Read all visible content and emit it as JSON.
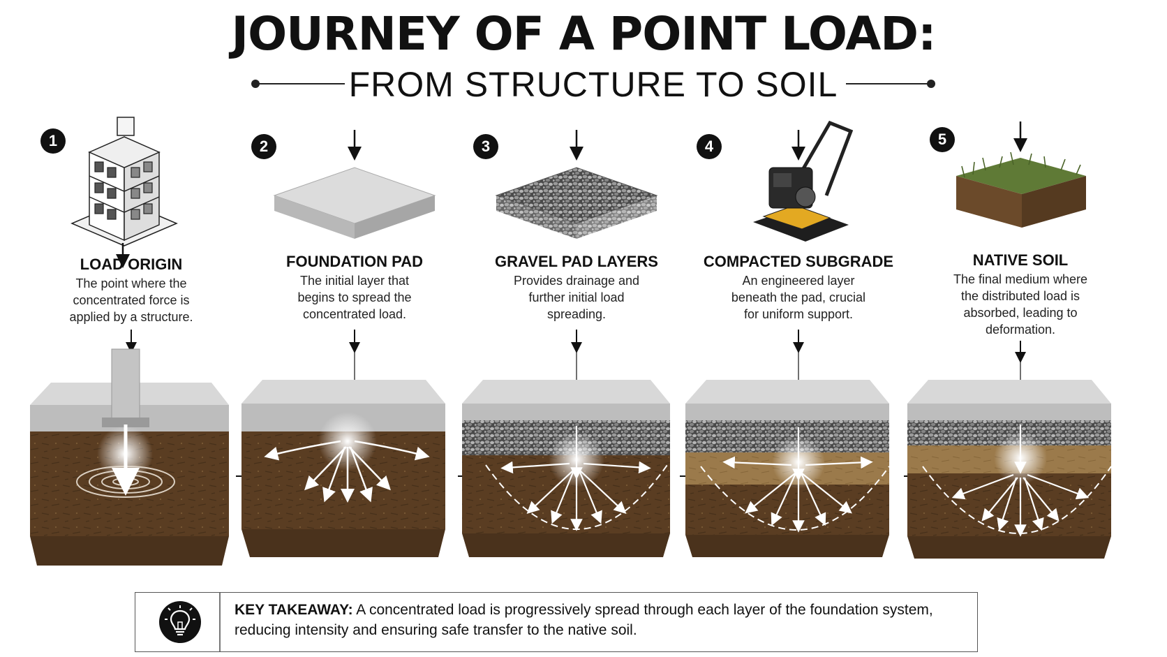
{
  "title": "JOURNEY OF A POINT LOAD:",
  "subtitle": "FROM STRUCTURE TO SOIL",
  "stages": [
    {
      "number": "1",
      "heading": "LOAD ORIGIN",
      "desc": [
        "The point where the",
        "concentrated force is",
        "applied by a structure."
      ]
    },
    {
      "number": "2",
      "heading": "FOUNDATION PAD",
      "desc": [
        "The initial layer that",
        "begins to spread the",
        "concentrated load."
      ]
    },
    {
      "number": "3",
      "heading": "GRAVEL PAD LAYERS",
      "desc": [
        "Provides drainage and",
        "further initial load",
        "spreading."
      ]
    },
    {
      "number": "4",
      "heading": "COMPACTED SUBGRADE",
      "desc": [
        "An engineered layer",
        "beneath the pad, crucial",
        "for uniform support."
      ]
    },
    {
      "number": "5",
      "heading": "NATIVE SOIL",
      "desc": [
        "The final medium where",
        "the distributed load is",
        "absorbed, leading to",
        "deformation."
      ]
    }
  ],
  "takeaway": {
    "label": "KEY TAKEAWAY:",
    "line1": " A concentrated load is progressively spread through each layer of the foundation system,",
    "line2": "reducing intensity and ensuring safe transfer to the native soil."
  },
  "icons": {
    "building": "building-icon",
    "plate_compactor": "plate-compactor-icon",
    "lightbulb": "lightbulb-icon"
  },
  "colors": {
    "concrete": "#c9c9c9",
    "gravel": "#6e6e6e",
    "subgrade": "#9a7a4c",
    "soil": "#5a3d22",
    "grass": "#5f7a36",
    "compactor_yellow": "#e3a922"
  }
}
